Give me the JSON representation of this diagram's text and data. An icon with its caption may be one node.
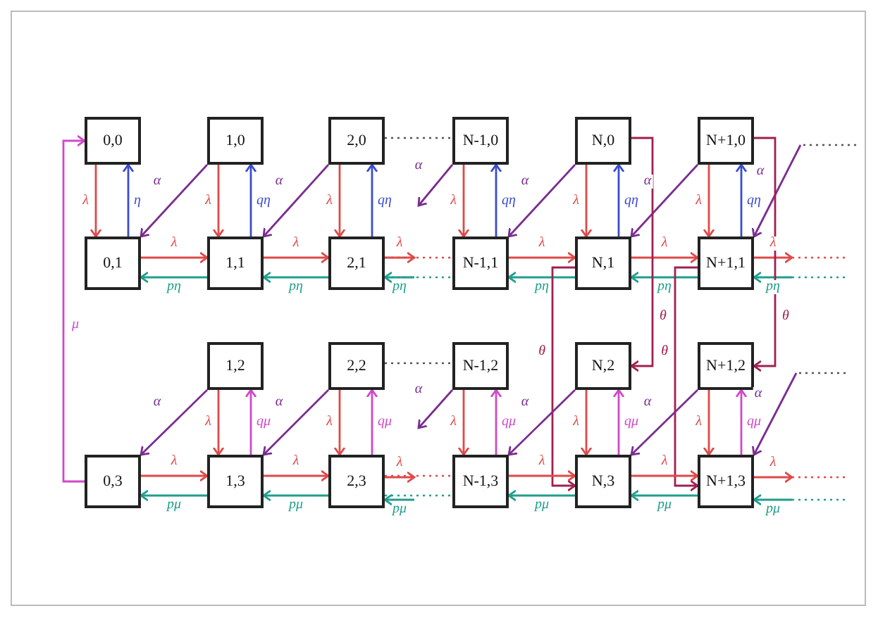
{
  "diagram": {
    "nodes": [
      {
        "text": [
          "0,0"
        ]
      },
      {
        "text": [
          "1,0"
        ]
      },
      {
        "text": [
          "2,0"
        ]
      },
      {
        "text": [
          "N-1,0"
        ]
      },
      {
        "text": [
          "N,0"
        ]
      },
      {
        "text": [
          "N+1,0"
        ]
      },
      {
        "text": [
          "0,1"
        ]
      },
      {
        "text": [
          "1,1"
        ]
      },
      {
        "text": [
          "2,1"
        ]
      },
      {
        "text": [
          "N-1,1"
        ]
      },
      {
        "text": [
          "N,1"
        ]
      },
      {
        "text": [
          "N+1,1"
        ]
      },
      {
        "text": [
          "1,2"
        ]
      },
      {
        "text": [
          "2,2"
        ]
      },
      {
        "text": [
          "N-1,2"
        ]
      },
      {
        "text": [
          "N,2"
        ]
      },
      {
        "text": [
          "N+1,2"
        ]
      },
      {
        "text": [
          "0,3"
        ]
      },
      {
        "text": [
          "1,3"
        ]
      },
      {
        "text": [
          "2,3"
        ]
      },
      {
        "text": [
          "N-1,3"
        ]
      },
      {
        "text": [
          "N,3"
        ]
      },
      {
        "text": [
          "N+1,3"
        ]
      }
    ],
    "edges": [
      {
        "from": 0,
        "to": 6,
        "arrow": "to",
        "label": "λ"
      },
      {
        "from": 6,
        "to": 0,
        "arrow": "to",
        "label": "η",
        "color": "#3a4bd0"
      },
      {
        "from": 1,
        "to": 7,
        "arrow": "to",
        "label": "λ"
      },
      {
        "from": 7,
        "to": 1,
        "arrow": "to",
        "label": "qη",
        "color": "#3a4bd0"
      },
      {
        "from": 2,
        "to": 8,
        "arrow": "to",
        "label": "λ"
      },
      {
        "from": 8,
        "to": 2,
        "arrow": "to",
        "label": "qη",
        "color": "#3a4bd0"
      },
      {
        "from": 3,
        "to": 9,
        "arrow": "to",
        "label": "λ"
      },
      {
        "from": 9,
        "to": 3,
        "arrow": "to",
        "label": "qη",
        "color": "#3a4bd0"
      },
      {
        "from": 4,
        "to": 10,
        "arrow": "to",
        "label": "λ"
      },
      {
        "from": 10,
        "to": 4,
        "arrow": "to",
        "label": "qη",
        "color": "#3a4bd0"
      },
      {
        "from": 5,
        "to": 11,
        "arrow": "to",
        "label": "λ"
      },
      {
        "from": 11,
        "to": 5,
        "arrow": "to",
        "label": "qη",
        "color": "#3a4bd0"
      },
      {
        "from": 1,
        "to": 6,
        "arrow": "to",
        "label": "α",
        "color": "#7a2d90"
      },
      {
        "from": 2,
        "to": 7,
        "arrow": "to",
        "label": "α",
        "color": "#7a2d90"
      },
      {
        "from": 3,
        "to": null,
        "arrow": "to",
        "label": "α",
        "color": "#7a2d90"
      },
      {
        "from": 4,
        "to": 9,
        "arrow": "to",
        "label": "α",
        "color": "#7a2d90"
      },
      {
        "from": 5,
        "to": 10,
        "arrow": "to",
        "label": "α",
        "color": "#7a2d90"
      },
      {
        "from": null,
        "to": 11,
        "arrow": "to",
        "label": "α",
        "color": "#7a2d90"
      },
      {
        "from": 6,
        "to": 7,
        "arrow": "to",
        "label": "λ"
      },
      {
        "from": 7,
        "to": 6,
        "arrow": "to",
        "label": "pη",
        "color": "#1f9e8c"
      },
      {
        "from": 7,
        "to": 8,
        "arrow": "to",
        "label": "λ"
      },
      {
        "from": 8,
        "to": 7,
        "arrow": "to",
        "label": "pη",
        "color": "#1f9e8c"
      },
      {
        "from": 8,
        "to": null,
        "arrow": "to",
        "label": "λ"
      },
      {
        "from": null,
        "to": 8,
        "arrow": "to",
        "label": "pη",
        "color": "#1f9e8c"
      },
      {
        "from": 9,
        "to": 10,
        "arrow": "to",
        "label": "λ"
      },
      {
        "from": 10,
        "to": 9,
        "arrow": "to",
        "label": "pη",
        "color": "#1f9e8c"
      },
      {
        "from": 10,
        "to": 11,
        "arrow": "to",
        "label": "λ"
      },
      {
        "from": 11,
        "to": 10,
        "arrow": "to",
        "label": "pη",
        "color": "#1f9e8c"
      },
      {
        "from": 11,
        "to": null,
        "arrow": "to",
        "label": "λ"
      },
      {
        "from": null,
        "to": 11,
        "arrow": "to",
        "label": "pη",
        "color": "#1f9e8c"
      },
      {
        "from": 2,
        "to": 3,
        "arrow": "none",
        "style": "dashed",
        "color": "#555555"
      },
      {
        "from": 8,
        "to": 9,
        "arrow": "none",
        "style": "dashed"
      },
      {
        "from": 8,
        "to": 9,
        "arrow": "none",
        "style": "dashed",
        "color": "#1f9e8c"
      },
      {
        "from": 4,
        "to": 15,
        "arrow": "to",
        "label": "θ",
        "color": "#a02050"
      },
      {
        "from": 5,
        "to": 16,
        "arrow": "to",
        "label": "θ",
        "color": "#a02050"
      },
      {
        "from": 10,
        "to": 21,
        "arrow": "to",
        "label": "θ",
        "color": "#a02050"
      },
      {
        "from": 11,
        "to": 22,
        "arrow": "to",
        "label": "θ",
        "color": "#a02050"
      },
      {
        "from": 17,
        "to": 0,
        "arrow": "to",
        "label": "μ",
        "color": "#d048c8"
      },
      {
        "from": 12,
        "to": 18,
        "arrow": "to",
        "label": "λ"
      },
      {
        "from": 18,
        "to": 12,
        "arrow": "to",
        "label": "qμ",
        "color": "#d048c8"
      },
      {
        "from": 13,
        "to": 19,
        "arrow": "to",
        "label": "λ"
      },
      {
        "from": 19,
        "to": 13,
        "arrow": "to",
        "label": "qμ",
        "color": "#d048c8"
      },
      {
        "from": 14,
        "to": 20,
        "arrow": "to",
        "label": "λ"
      },
      {
        "from": 20,
        "to": 14,
        "arrow": "to",
        "label": "qμ",
        "color": "#d048c8"
      },
      {
        "from": 15,
        "to": 21,
        "arrow": "to",
        "label": "λ"
      },
      {
        "from": 21,
        "to": 15,
        "arrow": "to",
        "label": "qμ",
        "color": "#d048c8"
      },
      {
        "from": 16,
        "to": 22,
        "arrow": "to",
        "label": "λ"
      },
      {
        "from": 22,
        "to": 16,
        "arrow": "to",
        "label": "qμ",
        "color": "#d048c8"
      },
      {
        "from": 12,
        "to": 17,
        "arrow": "to",
        "label": "α",
        "color": "#7a2d90"
      },
      {
        "from": 13,
        "to": 18,
        "arrow": "to",
        "label": "α",
        "color": "#7a2d90"
      },
      {
        "from": 14,
        "to": null,
        "arrow": "to",
        "label": "α",
        "color": "#7a2d90"
      },
      {
        "from": 15,
        "to": 20,
        "arrow": "to",
        "label": "α",
        "color": "#7a2d90"
      },
      {
        "from": 16,
        "to": 21,
        "arrow": "to",
        "label": "α",
        "color": "#7a2d90"
      },
      {
        "from": null,
        "to": 22,
        "arrow": "to",
        "label": "α",
        "color": "#7a2d90"
      },
      {
        "from": 17,
        "to": 18,
        "arrow": "to",
        "label": "λ"
      },
      {
        "from": 18,
        "to": 17,
        "arrow": "to",
        "label": "pμ",
        "color": "#1f9e8c"
      },
      {
        "from": 18,
        "to": 19,
        "arrow": "to",
        "label": "λ"
      },
      {
        "from": 19,
        "to": 18,
        "arrow": "to",
        "label": "pμ",
        "color": "#1f9e8c"
      },
      {
        "from": 19,
        "to": null,
        "arrow": "to",
        "label": "λ"
      },
      {
        "from": null,
        "to": 19,
        "arrow": "to",
        "label": "pμ",
        "color": "#1f9e8c"
      },
      {
        "from": 20,
        "to": 21,
        "arrow": "to",
        "label": "λ"
      },
      {
        "from": 21,
        "to": 20,
        "arrow": "to",
        "label": "pμ",
        "color": "#1f9e8c"
      },
      {
        "from": 21,
        "to": 22,
        "arrow": "to",
        "label": "λ"
      },
      {
        "from": 22,
        "to": 21,
        "arrow": "to",
        "label": "pμ",
        "color": "#1f9e8c"
      },
      {
        "from": 22,
        "to": null,
        "arrow": "to",
        "label": "λ"
      },
      {
        "from": null,
        "to": 22,
        "arrow": "to",
        "label": "pμ",
        "color": "#1f9e8c"
      },
      {
        "from": 13,
        "to": 14,
        "arrow": "none",
        "style": "dashed",
        "color": "#555555"
      },
      {
        "from": 19,
        "to": 20,
        "arrow": "none",
        "style": "dashed"
      },
      {
        "from": 19,
        "to": 20,
        "arrow": "none",
        "style": "dashed",
        "color": "#1f9e8c"
      }
    ]
  }
}
